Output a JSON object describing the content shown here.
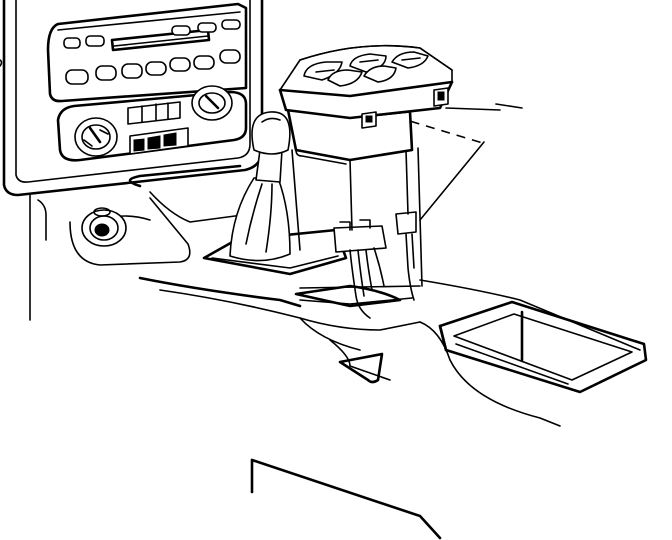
{
  "figure": {
    "subject": "console-switch-module-removal",
    "parts": [
      "radio-head-unit",
      "hvac-control-panel",
      "gear-shift-lever",
      "shift-boot",
      "cigarette-lighter",
      "switch-module",
      "wiring-connector",
      "storage-compartment"
    ]
  }
}
